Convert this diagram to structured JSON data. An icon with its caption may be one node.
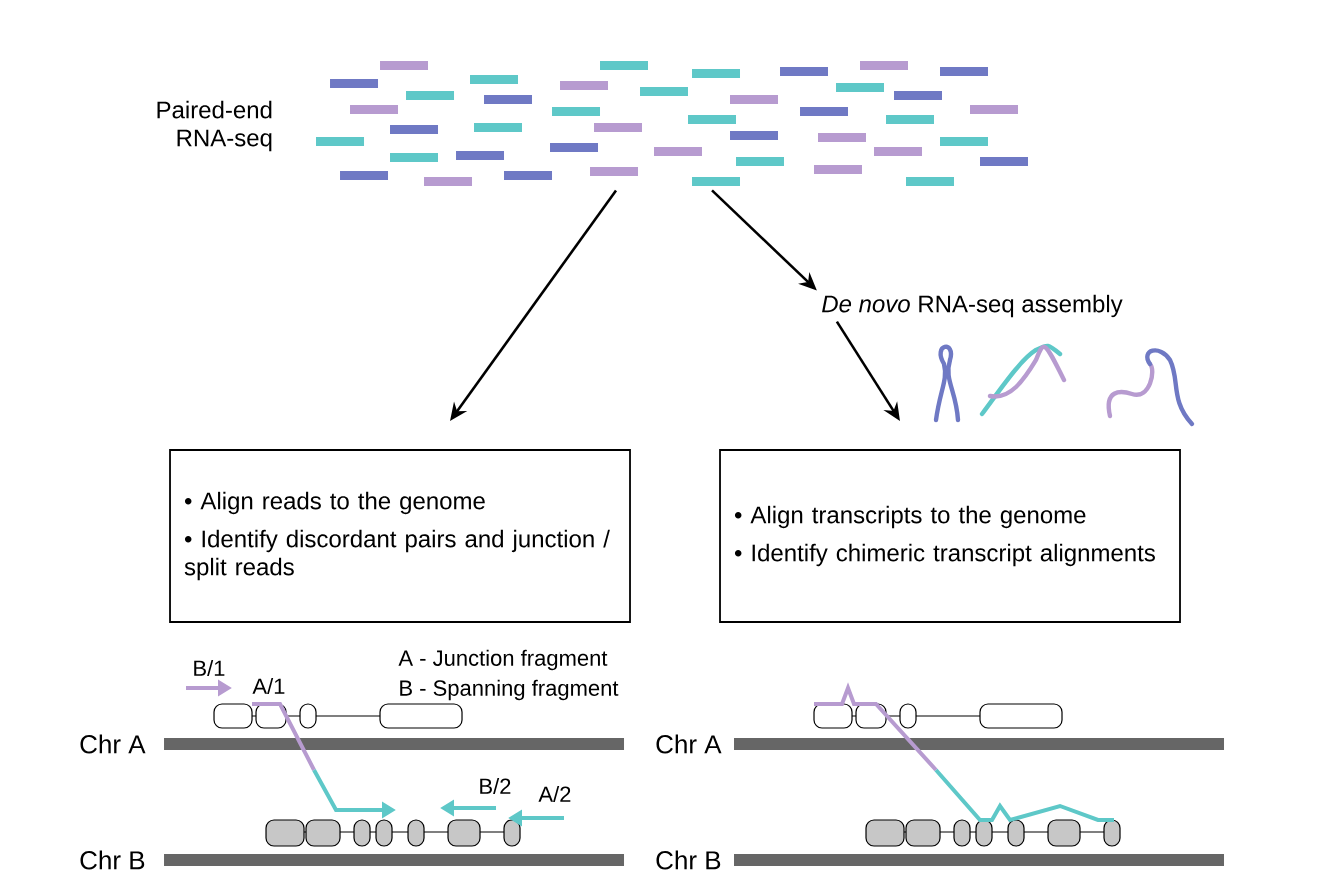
{
  "diagram": {
    "nodes": [
      {
        "text": [],
        "shape": "picture",
        "beside": [
          "Paired-end RNA-seq"
        ]
      },
      {
        "text": [
          "*De novo* RNA-seq assembly"
        ]
      },
      {
        "text": [
          "• Align reads to the genome",
          "• Identify discordant pairs and junction / split reads"
        ]
      },
      {
        "text": [
          "• Align transcripts to the genome",
          "• Identify chimeric transcript alignments"
        ]
      }
    ],
    "edges": [
      {
        "from": 0,
        "to": 2,
        "arrow": "to"
      },
      {
        "from": 0,
        "to": 1,
        "arrow": "to"
      },
      {
        "from": 1,
        "to": 3,
        "arrow": "to"
      }
    ],
    "labels": [
      "A - Junction fragment",
      "B - Spanning fragment",
      "B/1",
      "A/1",
      "Chr A",
      "B/2",
      "A/2",
      "Chr B",
      "Chr A",
      "Chr B"
    ]
  }
}
